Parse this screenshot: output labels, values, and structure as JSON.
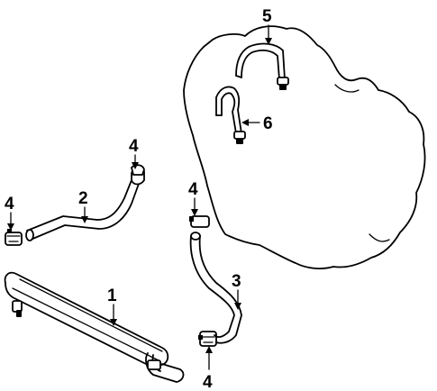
{
  "diagram": {
    "callouts": {
      "part_1": "1",
      "part_2": "2",
      "part_3": "3",
      "part_4_a": "4",
      "part_4_b": "4",
      "part_4_c": "4",
      "part_4_d": "4",
      "part_5": "5",
      "part_6": "6"
    },
    "colors": {
      "ink": "#000000",
      "paper": "#ffffff"
    }
  }
}
